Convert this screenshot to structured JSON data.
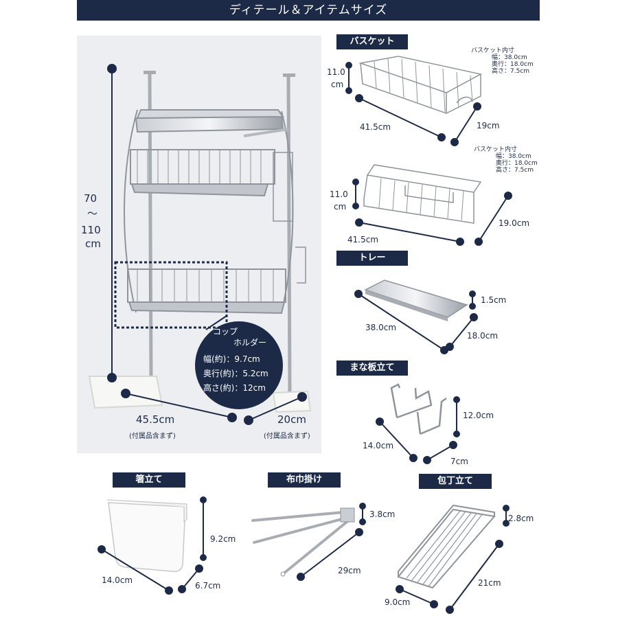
{
  "header": {
    "title": "ディテール＆アイテムサイズ"
  },
  "main_rack": {
    "height_top": "70",
    "height_tilde": "～",
    "height_bottom": "110",
    "height_unit": "cm",
    "width": "45.5cm",
    "width_note": "(付属品含まず)",
    "depth": "20cm",
    "depth_note": "(付属品含まず)",
    "cup_holder": {
      "title_1": "コップ",
      "title_2": "ホルダー",
      "width": "幅(約)：9.7cm",
      "depth": "奥行(約)：5.2cm",
      "height": "高さ(約)：12cm"
    }
  },
  "basket": {
    "tag": "バスケット",
    "item1": {
      "inner_title": "バスケット内寸",
      "inner_w": "幅：38.0cm",
      "inner_d": "奥行：18.0cm",
      "inner_h": "高さ：7.5cm",
      "height_1": "11.0",
      "height_2": "cm",
      "width": "41.5cm",
      "depth": "19cm"
    },
    "item2": {
      "inner_title": "バスケット内寸",
      "inner_w": "幅：38.0cm",
      "inner_d": "奥行：18.0cm",
      "inner_h": "高さ：7.5cm",
      "height_1": "11.0",
      "height_2": "cm",
      "width": "41.5cm",
      "depth": "19.0cm"
    }
  },
  "tray": {
    "tag": "トレー",
    "width": "38.0cm",
    "depth": "18.0cm",
    "height": "1.5cm"
  },
  "board_stand": {
    "tag": "まな板立て",
    "width": "14.0cm",
    "depth": "7cm",
    "height": "12.0cm"
  },
  "chopstick": {
    "tag": "箸立て",
    "width": "14.0cm",
    "depth": "6.7cm",
    "height": "9.2cm"
  },
  "towel": {
    "tag": "布巾掛け",
    "height": "3.8cm",
    "width": "29cm"
  },
  "knife": {
    "tag": "包丁立て",
    "height": "2.8cm",
    "width": "21cm",
    "depth": "9.0cm"
  },
  "colors": {
    "navy": "#1c2a48",
    "steel": "#9aa0a8",
    "photo_bg": "#eceef1"
  }
}
